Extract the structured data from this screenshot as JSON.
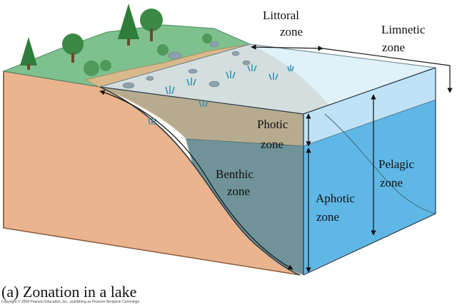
{
  "labels": {
    "littoral_1": "Littoral",
    "littoral_2": "zone",
    "limnetic_1": "Limnetic",
    "limnetic_2": "zone",
    "photic_1": "Photic",
    "photic_2": "zone",
    "benthic_1": "Benthic",
    "benthic_2": "zone",
    "pelagic_1": "Pelagic",
    "pelagic_2": "zone",
    "aphotic_1": "Aphotic",
    "aphotic_2": "zone"
  },
  "caption": "(a) Zonation in a lake",
  "copyright": "Copyright © 2008 Pearson Education, Inc., publishing as Pearson Benjamin Cummings",
  "colors": {
    "soil_front": "#eab48e",
    "soil_edge": "#c98b64",
    "grass": "#7fc08f",
    "shore_sand": "#d9b98b",
    "water_surface": "#d6ecf8",
    "water_photic_side": "#bfe2f7",
    "water_deep_side": "#5fb7e6",
    "water_front_photic": "#b3a98f",
    "water_front_aphotic": "#6f9398",
    "lake_floor": "#cdb28f",
    "tree": "#2e7d3a",
    "rock": "#8da1ad",
    "plant": "#2b8fb0"
  }
}
